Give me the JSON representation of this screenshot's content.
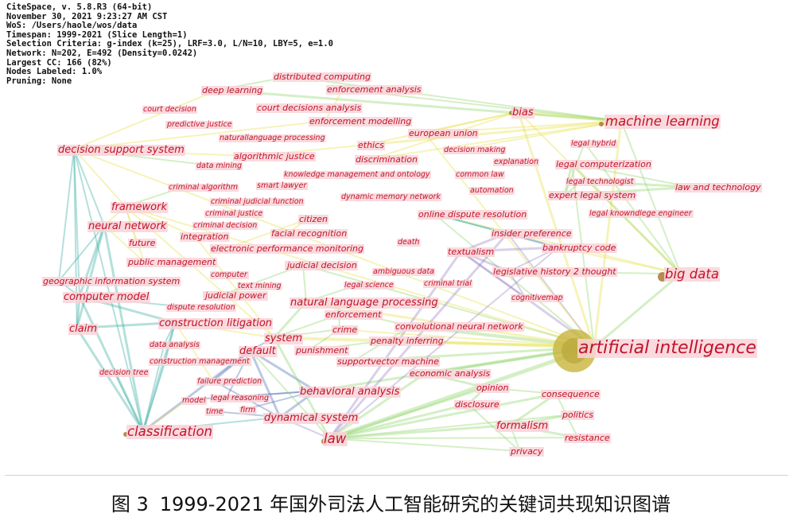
{
  "header": {
    "lines": [
      "CiteSpace, v. 5.8.R3 (64-bit)",
      "November 30, 2021 9:23:27 AM CST",
      "WoS: /Users/haole/wos/data",
      "Timespan: 1999-2021 (Slice Length=1)",
      "Selection Criteria: g-index (k=25), LRF=3.0, L/N=10, LBY=5, e=1.0",
      "Network: N=202, E=492 (Density=0.0242)",
      "Largest CC: 166 (82%)",
      "Nodes Labeled: 1.0%",
      "Pruning: None"
    ]
  },
  "caption": {
    "figure_no": "图 3",
    "text": "1999-2021 年国外司法人工智能研究的关键词共现知识图谱"
  },
  "colors": {
    "label": "#c2132b",
    "label_bg": "#f9d4d8",
    "edge_yellow": "#e8e04a",
    "edge_green": "#8fd46a",
    "edge_teal": "#3aaea4",
    "edge_blue": "#4f6fb8",
    "edge_purple": "#9b84c4",
    "hub": "#c8b43c"
  },
  "keywords": [
    {
      "text": "artificial intelligence",
      "size": "xl"
    },
    {
      "text": "machine learning",
      "size": "l"
    },
    {
      "text": "big data",
      "size": "l"
    },
    {
      "text": "classification",
      "size": "l"
    },
    {
      "text": "law",
      "size": "l"
    },
    {
      "text": "bias",
      "size": "m"
    },
    {
      "text": "decision support system",
      "size": "m"
    },
    {
      "text": "neural network",
      "size": "m"
    },
    {
      "text": "framework",
      "size": "m"
    },
    {
      "text": "computer model",
      "size": "m"
    },
    {
      "text": "construction litigation",
      "size": "m"
    },
    {
      "text": "claim",
      "size": "m"
    },
    {
      "text": "system",
      "size": "m"
    },
    {
      "text": "default",
      "size": "m"
    },
    {
      "text": "natural language processing",
      "size": "m"
    },
    {
      "text": "behavioral analysis",
      "size": "m"
    },
    {
      "text": "dynamical system",
      "size": "m"
    },
    {
      "text": "formalism",
      "size": "m"
    },
    {
      "text": "deep learning",
      "size": "s"
    },
    {
      "text": "distributed computing",
      "size": "s"
    },
    {
      "text": "enforcement analysis",
      "size": "s"
    },
    {
      "text": "court decision",
      "size": "xs"
    },
    {
      "text": "court decisions analysis",
      "size": "s"
    },
    {
      "text": "predictive justice",
      "size": "xs"
    },
    {
      "text": "enforcement modelling",
      "size": "s"
    },
    {
      "text": "naturallanguage processing",
      "size": "xs"
    },
    {
      "text": "european union",
      "size": "s"
    },
    {
      "text": "ethics",
      "size": "s"
    },
    {
      "text": "algorithmic justice",
      "size": "s"
    },
    {
      "text": "discrimination",
      "size": "s"
    },
    {
      "text": "decision making",
      "size": "xs"
    },
    {
      "text": "explanation",
      "size": "xs"
    },
    {
      "text": "legal hybrid",
      "size": "xs"
    },
    {
      "text": "legal computerization",
      "size": "s"
    },
    {
      "text": "data mining",
      "size": "xs"
    },
    {
      "text": "knowledge management and ontology",
      "size": "xs"
    },
    {
      "text": "common law",
      "size": "xs"
    },
    {
      "text": "legal technologist",
      "size": "xs"
    },
    {
      "text": "law and technology",
      "size": "s"
    },
    {
      "text": "criminal algorithm",
      "size": "xs"
    },
    {
      "text": "smart lawyer",
      "size": "xs"
    },
    {
      "text": "automation",
      "size": "xs"
    },
    {
      "text": "expert legal system",
      "size": "s"
    },
    {
      "text": "criminal judicial function",
      "size": "xs"
    },
    {
      "text": "dynamic memory network",
      "size": "xs"
    },
    {
      "text": "criminal justice",
      "size": "xs"
    },
    {
      "text": "legal knowndlege engineer",
      "size": "xs"
    },
    {
      "text": "online dispute resolution",
      "size": "s"
    },
    {
      "text": "citizen",
      "size": "s"
    },
    {
      "text": "criminal decision",
      "size": "xs"
    },
    {
      "text": "insider preference",
      "size": "s"
    },
    {
      "text": "facial recognition",
      "size": "s"
    },
    {
      "text": "integration",
      "size": "s"
    },
    {
      "text": "death",
      "size": "xs"
    },
    {
      "text": "future",
      "size": "s"
    },
    {
      "text": "electronic performance monitoring",
      "size": "s"
    },
    {
      "text": "textualism",
      "size": "s"
    },
    {
      "text": "bankruptcy code",
      "size": "s"
    },
    {
      "text": "public management",
      "size": "s"
    },
    {
      "text": "judicial decision",
      "size": "s"
    },
    {
      "text": "computer",
      "size": "xs"
    },
    {
      "text": "ambiguous data",
      "size": "xs"
    },
    {
      "text": "legislative history 2 thought",
      "size": "s"
    },
    {
      "text": "geographic information system",
      "size": "s"
    },
    {
      "text": "legal science",
      "size": "xs"
    },
    {
      "text": "criminal trial",
      "size": "xs"
    },
    {
      "text": "text mining",
      "size": "xs"
    },
    {
      "text": "judicial power",
      "size": "s"
    },
    {
      "text": "cognitivemap",
      "size": "xs"
    },
    {
      "text": "dispute resolution",
      "size": "xs"
    },
    {
      "text": "enforcement",
      "size": "s"
    },
    {
      "text": "convolutional neural network",
      "size": "s"
    },
    {
      "text": "crime",
      "size": "s"
    },
    {
      "text": "penalty inferring",
      "size": "s"
    },
    {
      "text": "data analysis",
      "size": "xs"
    },
    {
      "text": "punishment",
      "size": "s"
    },
    {
      "text": "construction management",
      "size": "xs"
    },
    {
      "text": "supportvector machine",
      "size": "s"
    },
    {
      "text": "decision tree",
      "size": "xs"
    },
    {
      "text": "economic analysis",
      "size": "s"
    },
    {
      "text": "failure prediction",
      "size": "xs"
    },
    {
      "text": "opinion",
      "size": "s"
    },
    {
      "text": "consequence",
      "size": "s"
    },
    {
      "text": "legal reasoning",
      "size": "xs"
    },
    {
      "text": "model",
      "size": "xs"
    },
    {
      "text": "firm",
      "size": "xs"
    },
    {
      "text": "time",
      "size": "xs"
    },
    {
      "text": "disclosure",
      "size": "s"
    },
    {
      "text": "politics",
      "size": "s"
    },
    {
      "text": "resistance",
      "size": "s"
    },
    {
      "text": "privacy",
      "size": "s"
    }
  ]
}
